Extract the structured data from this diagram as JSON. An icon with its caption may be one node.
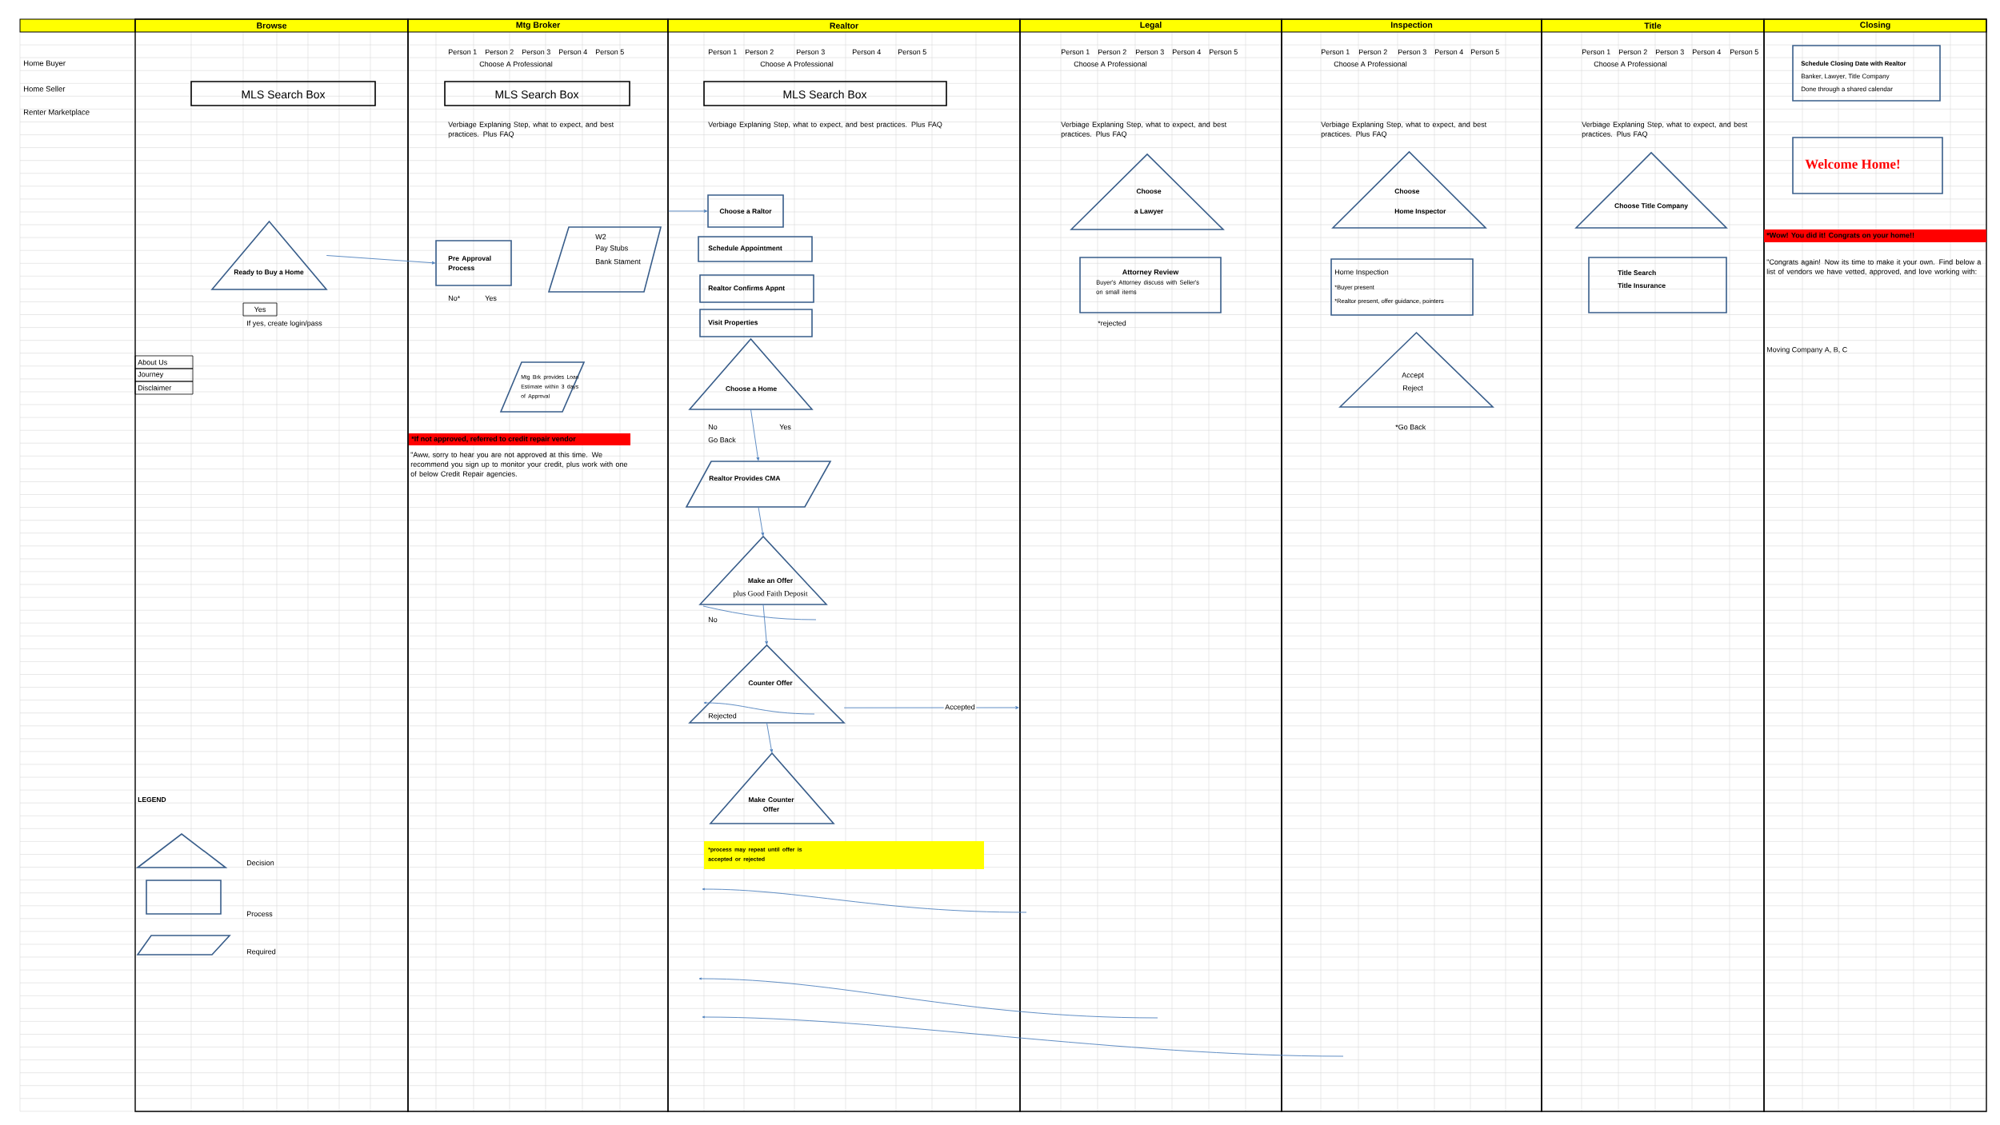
{
  "diagram": {
    "nodes": [
      {
        "text": [
          "Browse"
        ]
      },
      {
        "text": [
          "Mtg Broker"
        ]
      },
      {
        "text": [
          "Realtor"
        ]
      },
      {
        "text": [
          "Legal"
        ]
      },
      {
        "text": [
          "Inspection"
        ]
      },
      {
        "text": [
          "Title"
        ]
      },
      {
        "text": [
          "Closing"
        ]
      },
      {
        "text": [
          "MLS Search Box"
        ],
        "in": 0
      },
      {
        "text": [
          "Ready to Buy a Home"
        ],
        "in": 0
      },
      {
        "text": [
          "Yes"
        ],
        "in": 0,
        "beside": [
          "If yes, create login/pass"
        ]
      },
      {
        "text": [
          "About Us"
        ],
        "in": 0
      },
      {
        "text": [
          "Journey"
        ],
        "in": 0
      },
      {
        "text": [
          "Disclaimer"
        ],
        "in": 0
      },
      {
        "text": [
          "MLS Search Box"
        ],
        "in": 1
      },
      {
        "text": [
          "Pre Approval Process"
        ],
        "in": 1
      },
      {
        "text": [
          "W2",
          "Pay Stubs",
          "Bank Stament"
        ],
        "in": 1
      },
      {
        "text": [
          "Mtg Brk provides Loan Estimate within 3 days of Approval"
        ],
        "in": 1
      },
      {
        "text": [
          "*If not approved, referred to credit repair vendor"
        ],
        "in": 1
      },
      {
        "text": [
          "MLS Search Box"
        ],
        "in": 2
      },
      {
        "text": [
          "Choose a Raltor"
        ],
        "in": 2
      },
      {
        "text": [
          "Schedule Appointment"
        ],
        "in": 2
      },
      {
        "text": [
          "Realtor Confirms Appnt"
        ],
        "in": 2
      },
      {
        "text": [
          "Visit Properties"
        ],
        "in": 2
      },
      {
        "text": [
          "Choose a Home"
        ],
        "in": 2
      },
      {
        "text": [
          "Realtor Provides CMA"
        ],
        "in": 2
      },
      {
        "text": [
          "Make an Offer",
          "plus Good Faith Deposit"
        ],
        "in": 2
      },
      {
        "text": [
          "Counter Offer"
        ],
        "in": 2
      },
      {
        "text": [
          "Make Counter Offer"
        ],
        "in": 2
      },
      {
        "text": [
          "*process may repeat until offer is accepted or rejected"
        ],
        "in": 2
      },
      {
        "text": [
          "Choose",
          "a Lawyer"
        ],
        "in": 3
      },
      {
        "text": [
          "Attorney Review",
          "Buyer's Attorney discuss with Seller's on small items"
        ],
        "in": 3
      },
      {
        "text": [
          "Choose",
          "Home Inspector"
        ],
        "in": 4
      },
      {
        "text": [
          "Home Inspection",
          "*Buyer present",
          "*Realtor present, offer guidance, pointers"
        ],
        "in": 4
      },
      {
        "text": [
          "Accept",
          "Reject"
        ],
        "in": 4
      },
      {
        "text": [
          "Choose Title Company"
        ],
        "in": 5
      },
      {
        "text": [
          "Title Search",
          "Title Insurance"
        ],
        "in": 5
      },
      {
        "text": [
          "Schedule Closing Date with Realtor",
          "Banker, Lawyer, Title Company",
          "Done through a shared calendar"
        ],
        "in": 6
      },
      {
        "text": [
          "Welcome Home!"
        ],
        "in": 6
      },
      {
        "text": [
          "*Wow! You did it! Congrats on your home!!"
        ],
        "in": 6
      }
    ],
    "edges": [
      {
        "from": 8,
        "to": 14,
        "arrow": "to"
      },
      {
        "from": 1,
        "to": 19,
        "arrow": "to"
      },
      {
        "from": 23,
        "to": 24,
        "arrow": "to"
      },
      {
        "from": 24,
        "to": 25,
        "arrow": "to"
      },
      {
        "from": 25,
        "to": 26,
        "arrow": "to"
      },
      {
        "from": 26,
        "to": 27,
        "arrow": "to"
      },
      {
        "from": 26,
        "to": 3,
        "arrow": "to",
        "label": "Accepted"
      }
    ],
    "labels": [
      "Person 1",
      "Person 2",
      "Person 3",
      "Person 4",
      "Person 5",
      "Person 1",
      "Person 2",
      "Person 3",
      "Person 4",
      "Person 5",
      "Person 1",
      "Person 2",
      "Person 3",
      "Person 4",
      "Person 5",
      "Person 1",
      "Person 2",
      "Person 3",
      "Person 4",
      "Person 5",
      "Person 1",
      "Person 2",
      "Person 3",
      "Person 4",
      "Person 5",
      "Home Buyer",
      "Choose A Professional",
      "Choose A Professional",
      "Choose A Professional",
      "Choose A Professional",
      "Choose A Professional",
      "Home Seller",
      "Renter Marketplace",
      "Verbiage Explaning Step, what to expect, and best practices. Plus FAQ",
      "Verbiage Explaning Step, what to expect, and best practices. Plus FAQ",
      "Verbiage Explaning Step, what to expect, and best practices. Plus FAQ",
      "Verbiage Explaning Step, what to expect, and best practices. Plus FAQ",
      "Verbiage Explaning Step, what to expect, and best practices. Plus FAQ",
      "\"Congrats again! Now its time to make it your own. Find below a list of vendors we have vetted, approved, and love working with:",
      "No*",
      "Yes",
      "*rejected",
      "Moving Company A, B, C",
      "No",
      "Yes",
      "*Go Back",
      "Go Back",
      "\"Aww, sorry to hear you are not approved at this time. We recommend you sign up to monitor your credit, plus work with one of below Credit Repair agencies.",
      "No",
      "Rejected",
      "LEGEND"
    ],
    "legend": [
      {
        "text": "Decision"
      },
      {
        "text": "Process"
      },
      {
        "text": "Required"
      }
    ]
  }
}
